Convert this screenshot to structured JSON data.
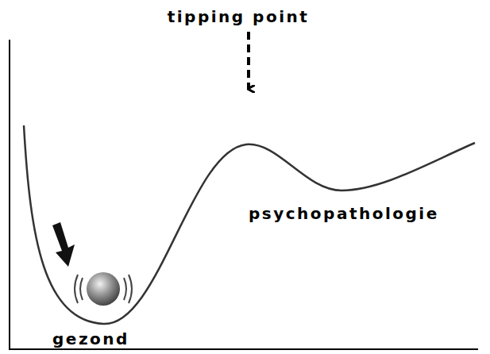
{
  "diagram": {
    "labels": [
      "tipping point",
      "psychopathologie",
      "gezond"
    ]
  }
}
